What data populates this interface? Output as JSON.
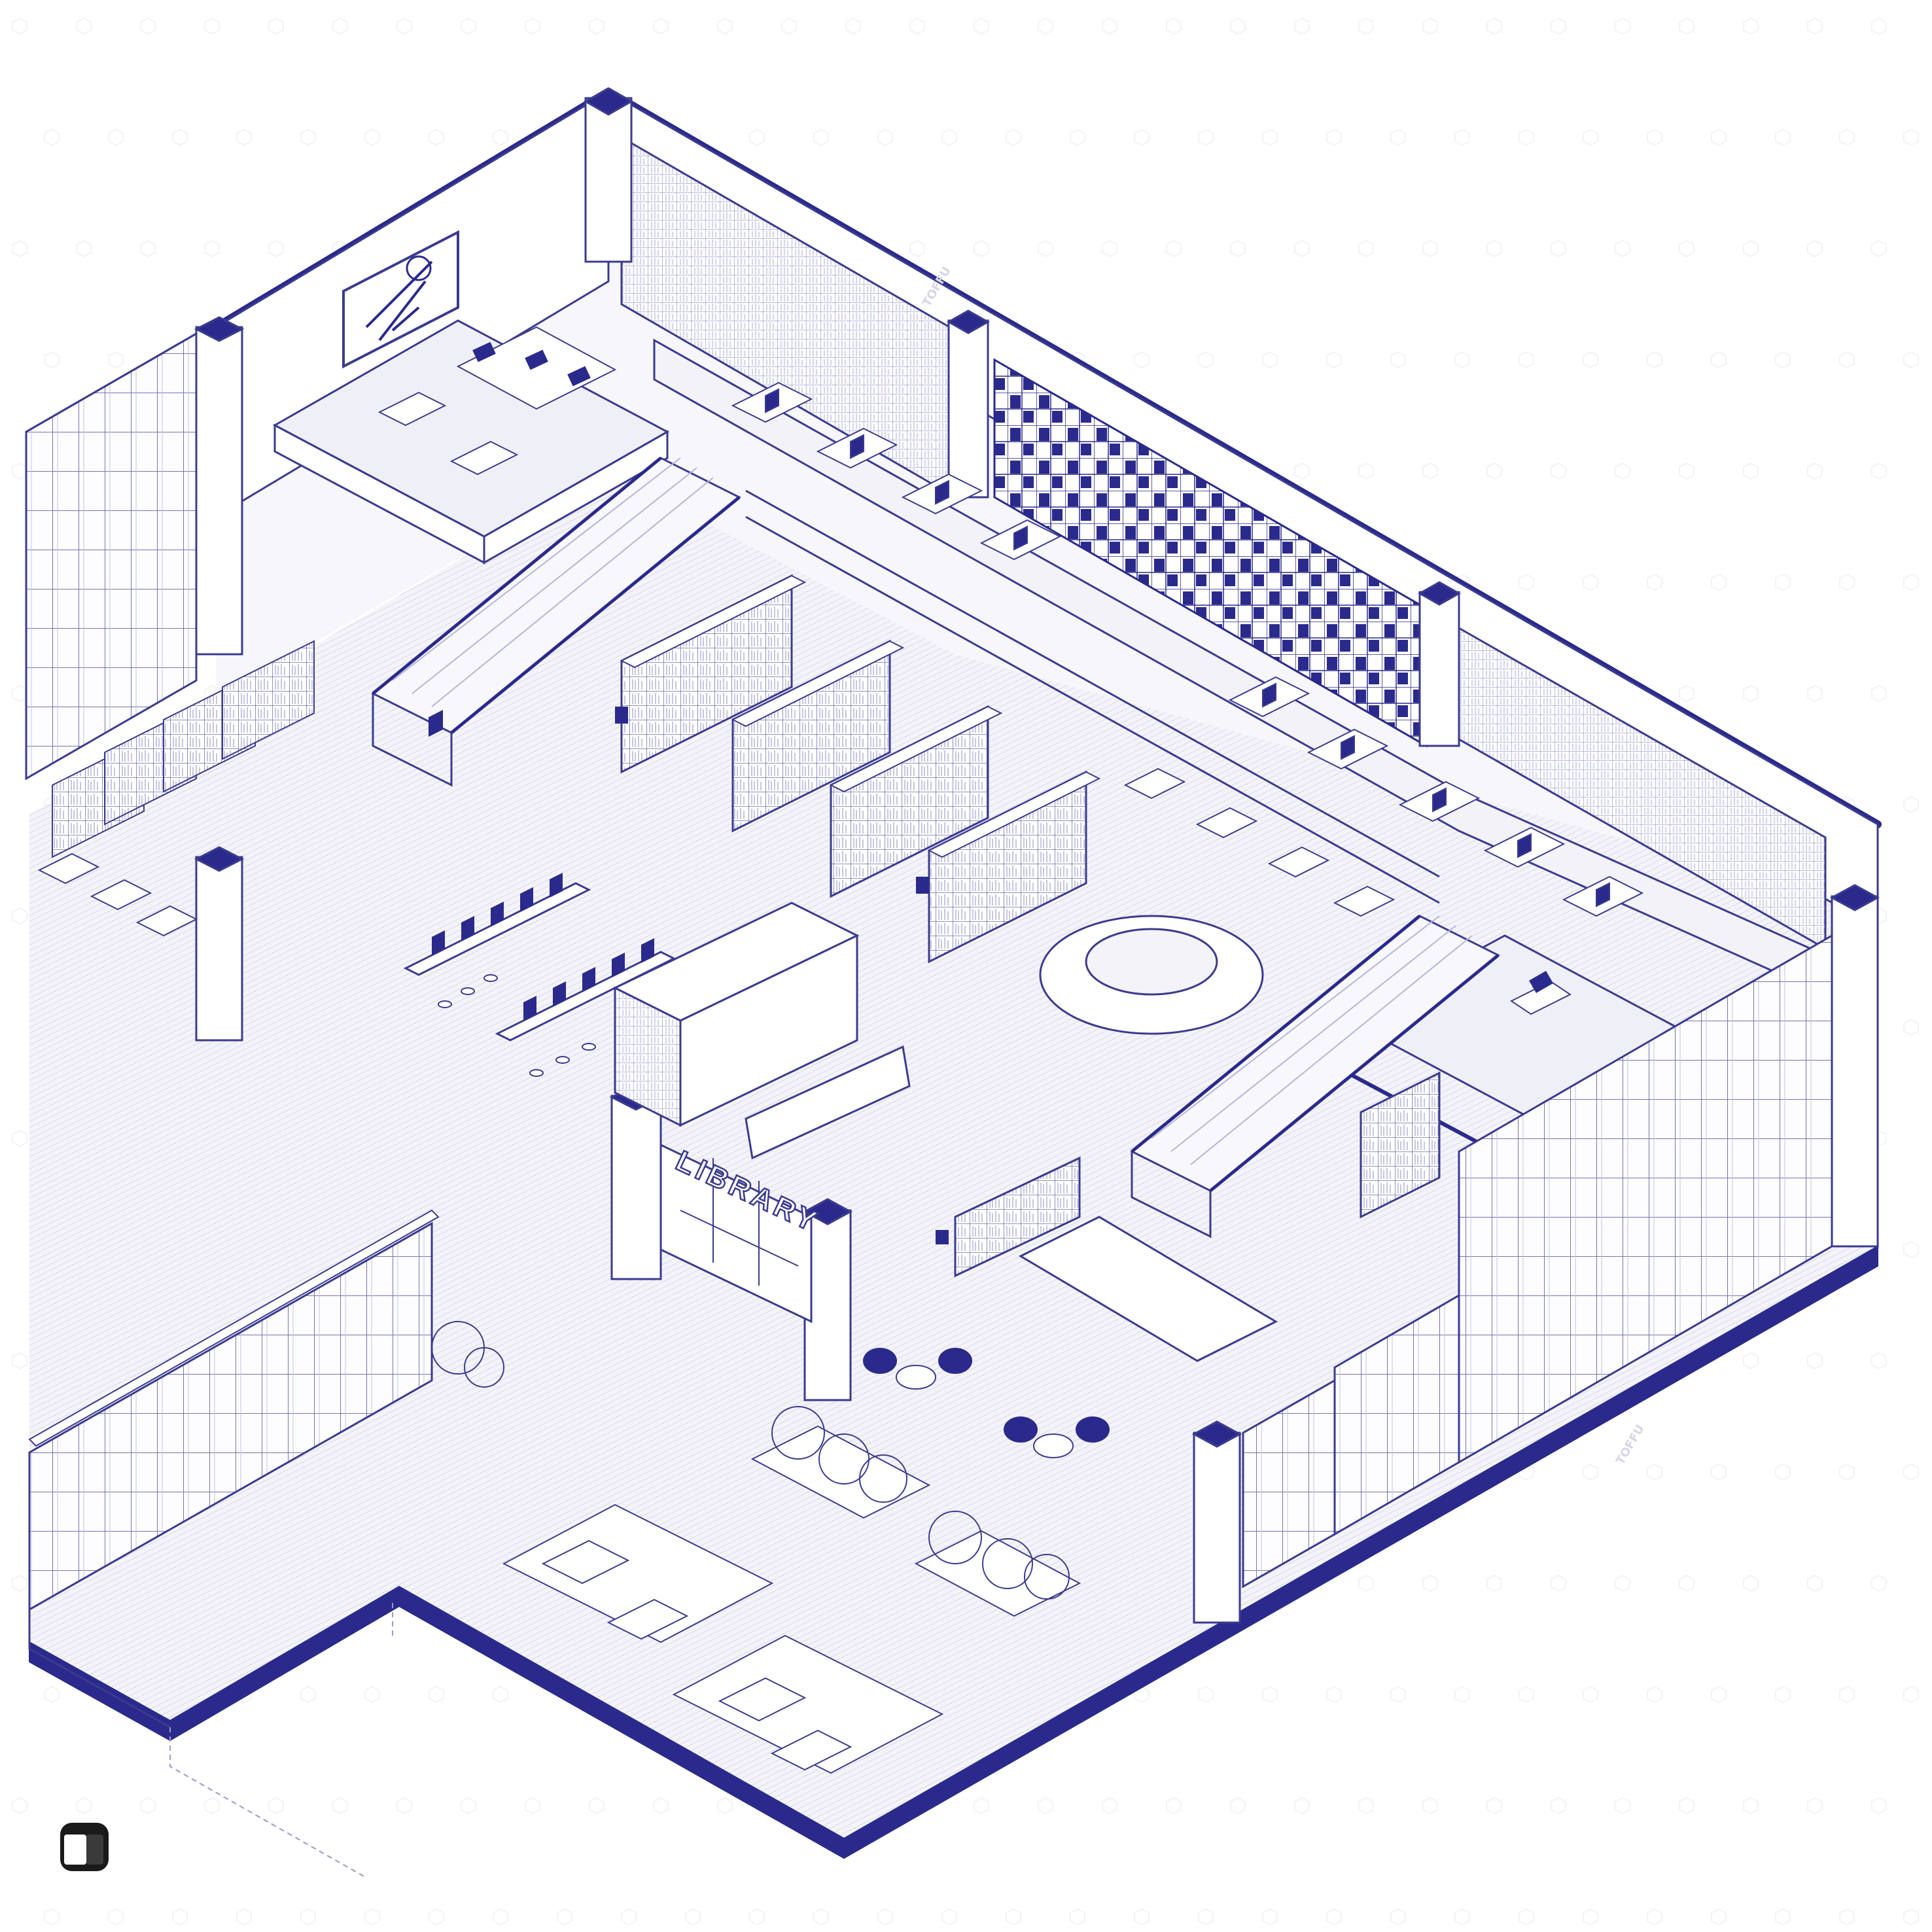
{
  "drawing": {
    "sign_text": "LIBRARY",
    "watermark_text": "TOFFU",
    "brand": "Toffu"
  },
  "colors": {
    "accent": "#2a2a8c",
    "line": "#3b3b8f",
    "fine": "#9a9ac4",
    "floor": "#f2f2f8",
    "bg": "#ffffff"
  }
}
